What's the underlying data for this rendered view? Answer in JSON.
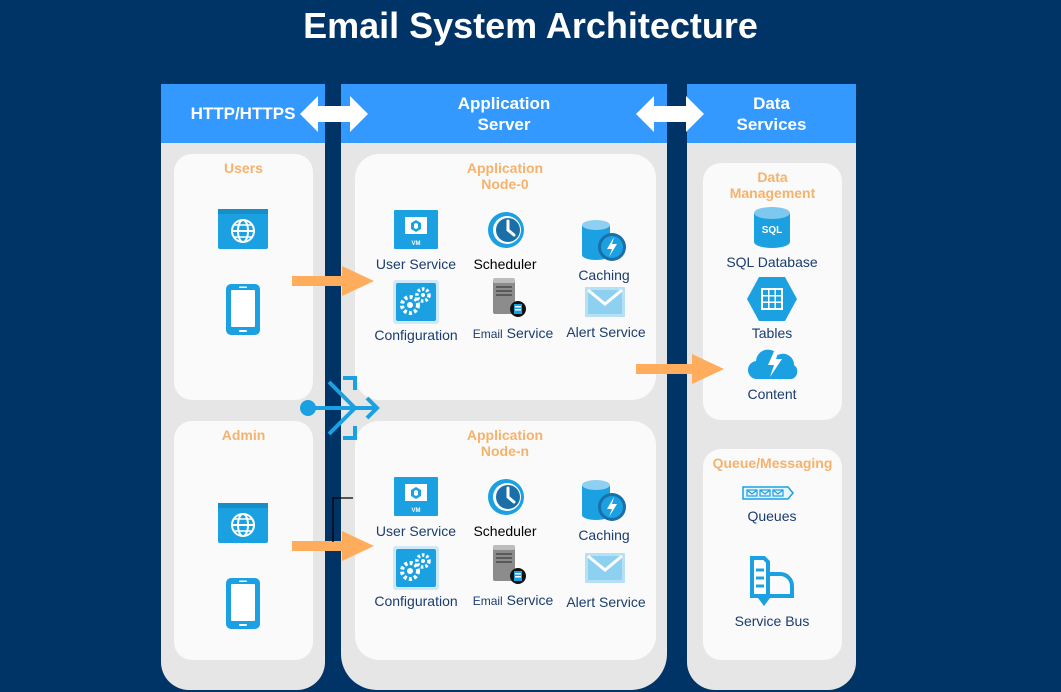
{
  "title": "Email System Architecture",
  "columns": {
    "http": {
      "header": "HTTP/HTTPS"
    },
    "app": {
      "header_line1": "Application",
      "header_line2": "Server"
    },
    "data": {
      "header_line1": "Data",
      "header_line2": "Services"
    }
  },
  "users_panel": {
    "title": "Users"
  },
  "admin_panel": {
    "title": "Admin"
  },
  "node0": {
    "title_line1": "Application",
    "title_line2": "Node-0",
    "user_service": "User Service",
    "scheduler": "Scheduler",
    "caching": "Caching",
    "configuration": "Configuration",
    "email_prefix": "Email",
    "email_service": "Service",
    "alert_service": "Alert Service"
  },
  "noden": {
    "title_line1": "Application",
    "title_line2": "Node-n",
    "user_service": "User Service",
    "scheduler": "Scheduler",
    "caching": "Caching",
    "configuration": "Configuration",
    "email_prefix": "Email",
    "email_service": "Service",
    "alert_service": "Alert Service"
  },
  "data_management": {
    "title_line1": "Data",
    "title_line2": "Management",
    "sql_database": "SQL Database",
    "tables": "Tables",
    "content": "Content"
  },
  "queue_messaging": {
    "title": "Queue/Messaging",
    "queues": "Queues",
    "service_bus": "Service Bus"
  },
  "icon_text": {
    "vm": "VM",
    "sql": "SQL"
  },
  "colors": {
    "background": "#003366",
    "header": "#3399ff",
    "accent_orange": "#ffad5c",
    "icon_blue": "#1ba1e2"
  }
}
